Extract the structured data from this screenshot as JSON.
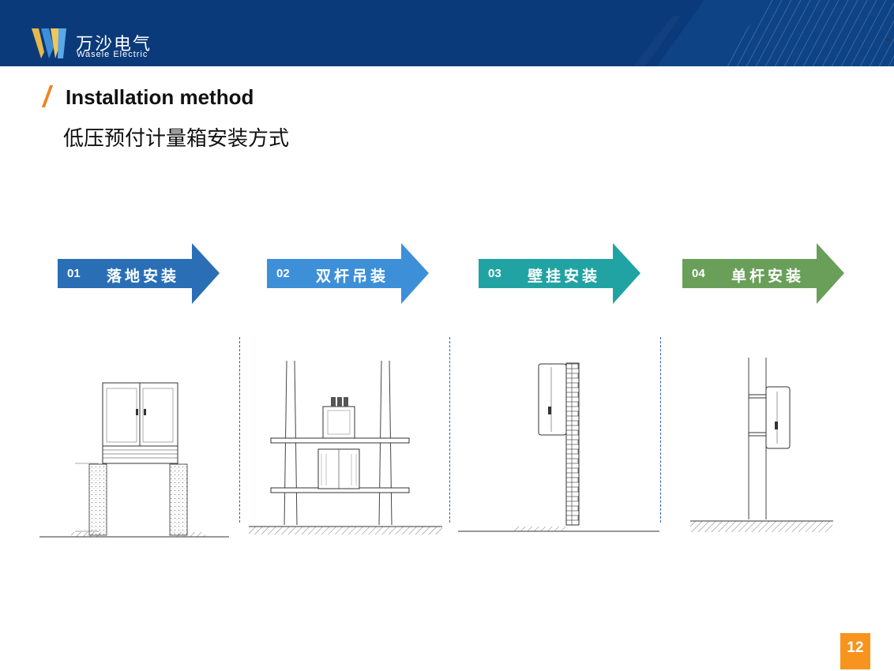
{
  "header": {
    "brand_cn": "万沙电气",
    "brand_en": "Wasele Electric"
  },
  "title": {
    "en": "Installation method",
    "cn": "低压预付计量箱安装方式"
  },
  "steps": [
    {
      "num": "01",
      "label": "落地安装",
      "color": "#2a6fb5"
    },
    {
      "num": "02",
      "label": "双杆吊装",
      "color": "#3d8fd8"
    },
    {
      "num": "03",
      "label": "壁挂安装",
      "color": "#22a3a3"
    },
    {
      "num": "04",
      "label": "单杆安装",
      "color": "#6a9f5a"
    }
  ],
  "page_number": "12",
  "colors": {
    "header_bg": "#0b3a7a",
    "accent_orange": "#f0841f",
    "page_badge": "#f7941d"
  }
}
